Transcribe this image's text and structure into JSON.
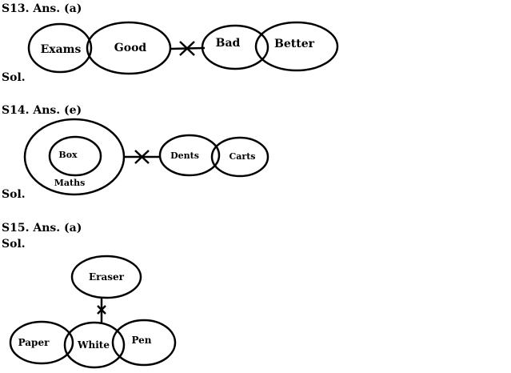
{
  "sections": [
    {
      "heading": "S13. Ans. (a)",
      "sol_label": "Sol.",
      "nodes": {
        "exams": "Exams",
        "good": "Good",
        "bad": "Bad",
        "better": "Better"
      }
    },
    {
      "heading": "S14. Ans. (e)",
      "sol_label": "Sol.",
      "nodes": {
        "maths": "Maths",
        "box": "Box",
        "dents": "Dents",
        "carts": "Carts"
      }
    },
    {
      "heading": "S15. Ans. (a)",
      "sol_label": "Sol.",
      "nodes": {
        "eraser": "Eraser",
        "paper": "Paper",
        "white": "White",
        "pen": "Pen"
      }
    }
  ]
}
